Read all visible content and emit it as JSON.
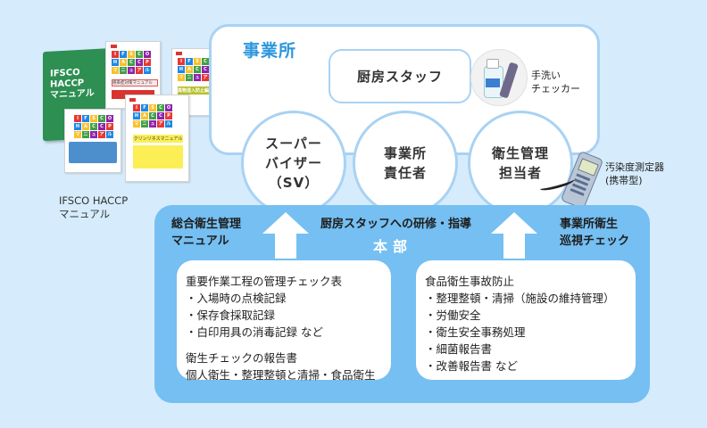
{
  "manual": {
    "cover_title": "IFSCO\nHACCP\nマニュアル",
    "caption_line1": "IFSCO HACCP",
    "caption_line2": "マニュアル",
    "booklet_titles": [
      "感染症対策マニュアル",
      "異物混入防止編",
      "クリンリネスマニュアル"
    ],
    "tile_letters": [
      "I",
      "F",
      "S",
      "C",
      "O",
      "H",
      "A",
      "C",
      "C",
      "P",
      "マ",
      "ニ",
      "ュ",
      "ア",
      "ル"
    ]
  },
  "office": {
    "title": "事業所",
    "kitchen_staff": "厨房スタッフ",
    "handwash_label": "手洗い\nチェッカー",
    "contamination_label": "汚染度測定器\n(携帯型)",
    "circles": [
      {
        "label": "スーパー\nバイザー\n（SV）"
      },
      {
        "label": "事業所\n責任者"
      },
      {
        "label": "衛生管理\n担当者"
      }
    ]
  },
  "hq": {
    "title": "本部",
    "left_label": "総合衛生管理\nマニュアル",
    "center_label": "厨房スタッフへの研修・指導",
    "right_label": "事業所衛生\n巡視チェック",
    "left_panel": {
      "block1": [
        "重要作業工程の管理チェック表",
        "・入場時の点検記録",
        "・保存食採取記録",
        "・白印用具の消毒記録 など"
      ],
      "block2": [
        "衛生チェックの報告書",
        "個人衛生・整理整頓と清掃・食品衛生"
      ]
    },
    "right_panel": {
      "lines": [
        "食品衛生事故防止",
        "・整理整頓・清掃（施設の維持管理）",
        "・労働安全",
        "・衛生安全事務処理",
        "・細菌報告書",
        "・改善報告書 など"
      ]
    }
  },
  "colors": {
    "background": "#d6ecfc",
    "office_border": "#a9d2f3",
    "accent": "#2c97dd",
    "hq": "#75bff2"
  }
}
